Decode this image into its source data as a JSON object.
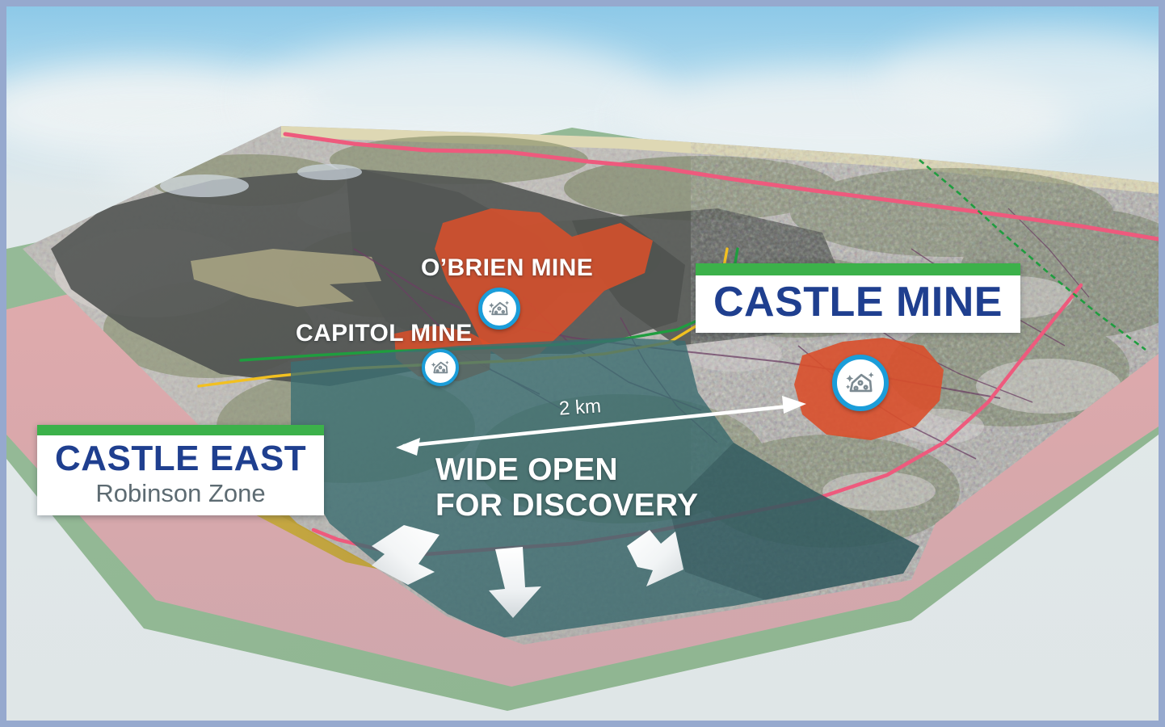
{
  "image": {
    "kind": "3d-block-diagram-map",
    "border_color": "#96a9ce",
    "sky_top_color": "#8dc9e8",
    "sky_bottom_color": "#dfe6e7"
  },
  "callouts": {
    "castle_mine": {
      "title": "CASTLE MINE",
      "accent_color": "#3cb14a",
      "title_color": "#1f3f8f"
    },
    "castle_east": {
      "title": "CASTLE EAST",
      "subtitle": "Robinson Zone",
      "accent_color": "#3cb14a",
      "title_color": "#1f3f8f",
      "subtitle_color": "#5d6b72"
    }
  },
  "map_labels": {
    "obrien_mine": "O’BRIEN MINE",
    "capitol_mine": "CAPITOL MINE",
    "wide_open_line1": "WIDE OPEN",
    "wide_open_line2": "FOR DISCOVERY",
    "distance": "2 km"
  },
  "pins": [
    {
      "name": "obrien-mine-pin",
      "icon": "mine-ore-icon",
      "ring_color": "#1b9dd9"
    },
    {
      "name": "capitol-mine-pin",
      "icon": "mine-ore-icon",
      "ring_color": "#1b9dd9"
    },
    {
      "name": "castle-mine-pin",
      "icon": "mine-ore-icon",
      "ring_color": "#1b9dd9"
    }
  ],
  "map_features": {
    "mineralized_zone_color": "#d94f2b",
    "target_area_overlay_color": "#2d6166",
    "geology_green": "#92b894",
    "geology_pink": "#e0aeb0",
    "geology_olive": "#bda33a",
    "boundary_line_pink": "#ee5a7d",
    "trail_line_green": "#1f9d3f",
    "trail_line_yellow": "#f2c020",
    "road_line_purple": "#6b3f63"
  },
  "annotations": {
    "distance_arrow": {
      "label": "2 km",
      "style": "double-headed",
      "color": "#ffffff"
    },
    "expansion_arrows": [
      {
        "name": "expansion-arrow-left",
        "direction": "down-left"
      },
      {
        "name": "expansion-arrow-center",
        "direction": "down"
      },
      {
        "name": "expansion-arrow-right",
        "direction": "down-right"
      }
    ]
  }
}
